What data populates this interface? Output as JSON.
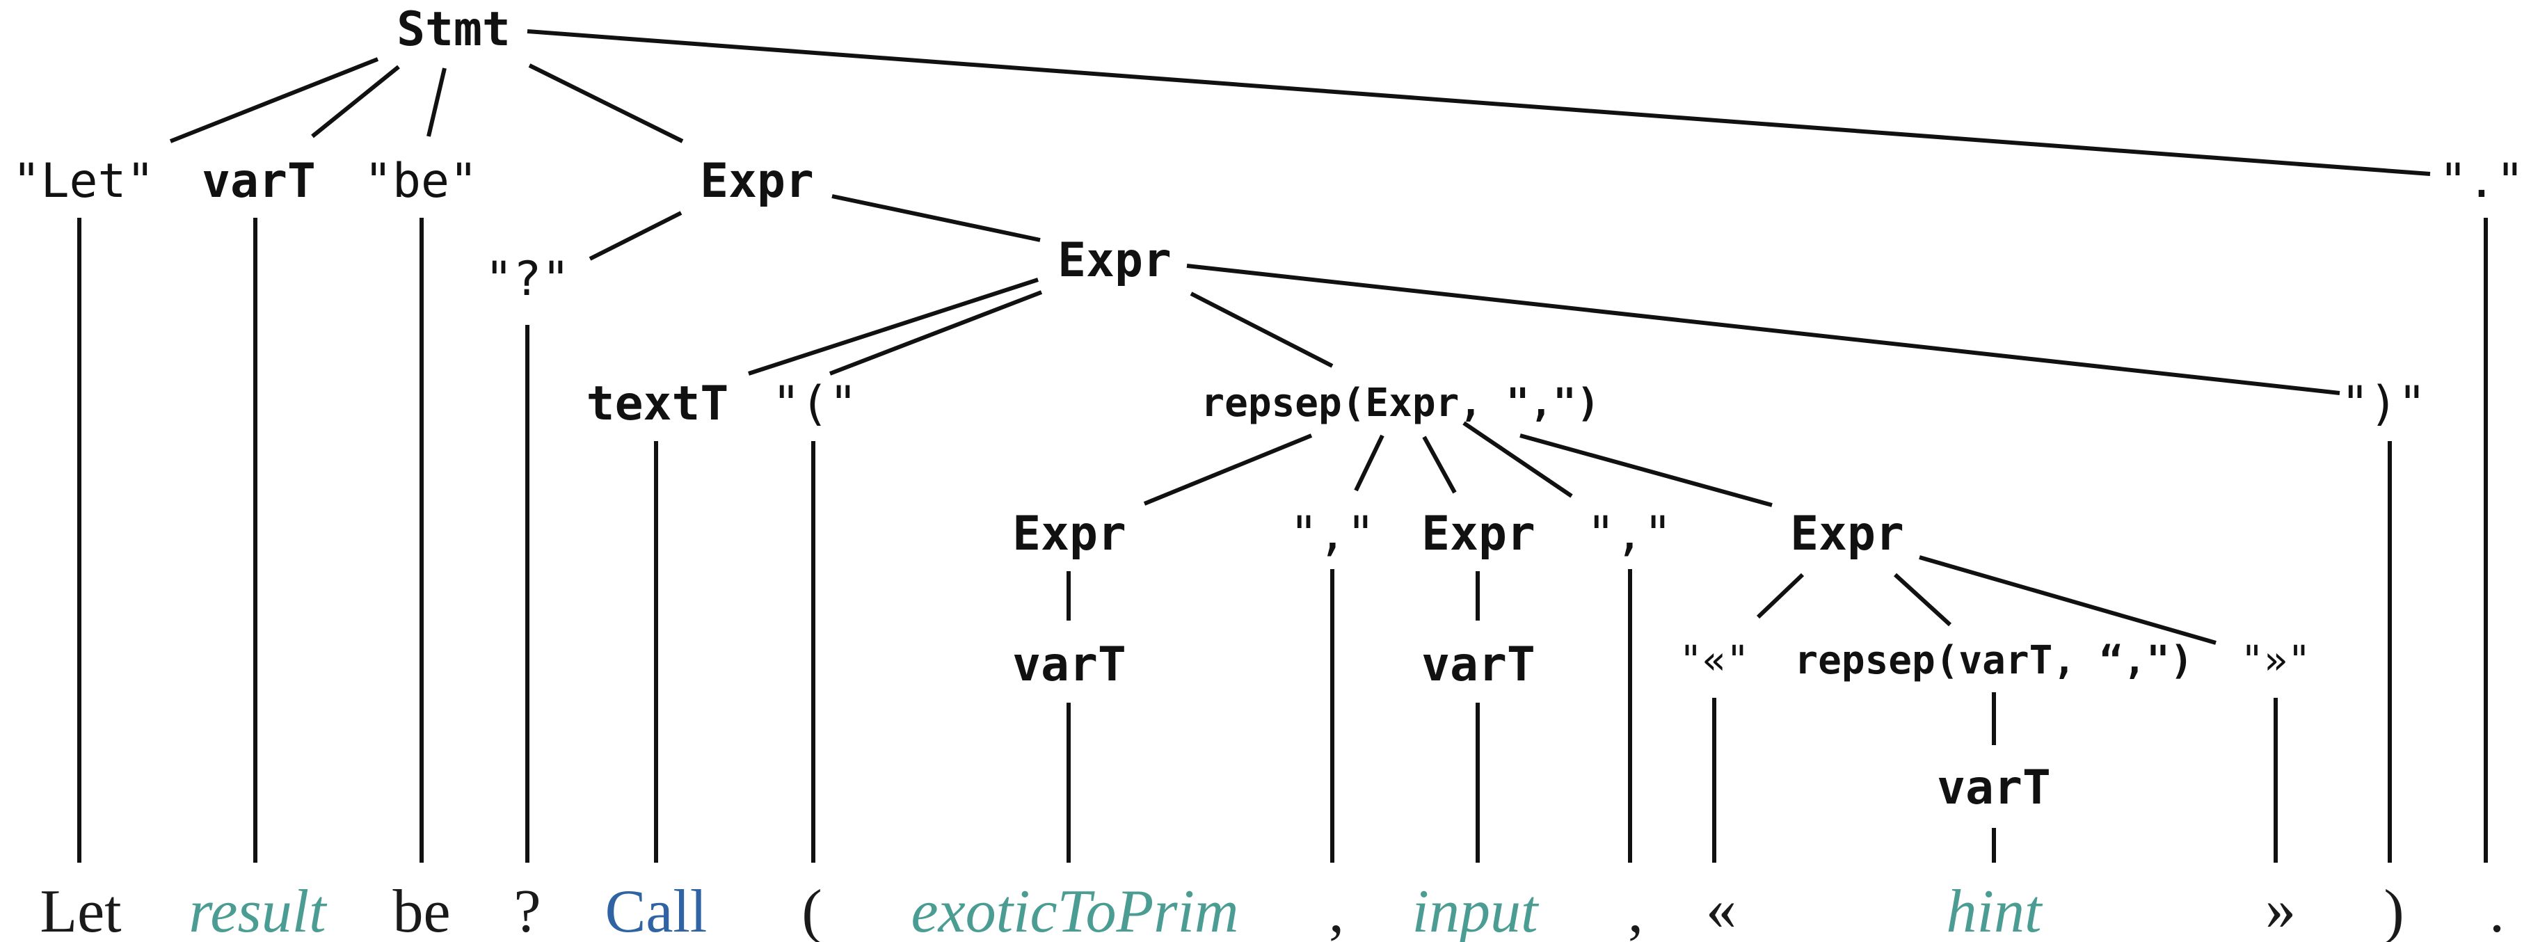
{
  "tree": {
    "nodes": {
      "stmt": "Stmt",
      "q_let": "\"Let\"",
      "vart_result": "varT",
      "q_be": "\"be\"",
      "expr_outer": "Expr",
      "q_period": "\".\"",
      "q_question": "\"?\"",
      "expr_call": "Expr",
      "textt": "textT",
      "q_lparen": "\"(\"",
      "repsep_expr": "repsep(Expr, \",\")",
      "q_rparen": "\")\"",
      "expr_1": "Expr",
      "q_comma_1": "\",\"",
      "expr_2": "Expr",
      "q_comma_2": "\",\"",
      "expr_3": "Expr",
      "vart_1": "varT",
      "vart_2": "varT",
      "q_lguil": "\"«\"",
      "repsep_vart": "repsep(varT, “,\")",
      "q_rguil": "\"»\"",
      "vart_3": "varT"
    },
    "leaves": {
      "let": "Let",
      "result": "result",
      "be": "be",
      "question": "?",
      "call": "Call",
      "lparen": "(",
      "exotic": "exoticToPrim",
      "comma1": ",",
      "input": "input",
      "comma2": ",",
      "lguil": "«",
      "hint": "hint",
      "rguil": "»",
      "rparen": ")",
      "period": "."
    }
  },
  "colors": {
    "ink": "#111111",
    "variable": "#4b9d93",
    "keyword": "#2f63a3"
  }
}
